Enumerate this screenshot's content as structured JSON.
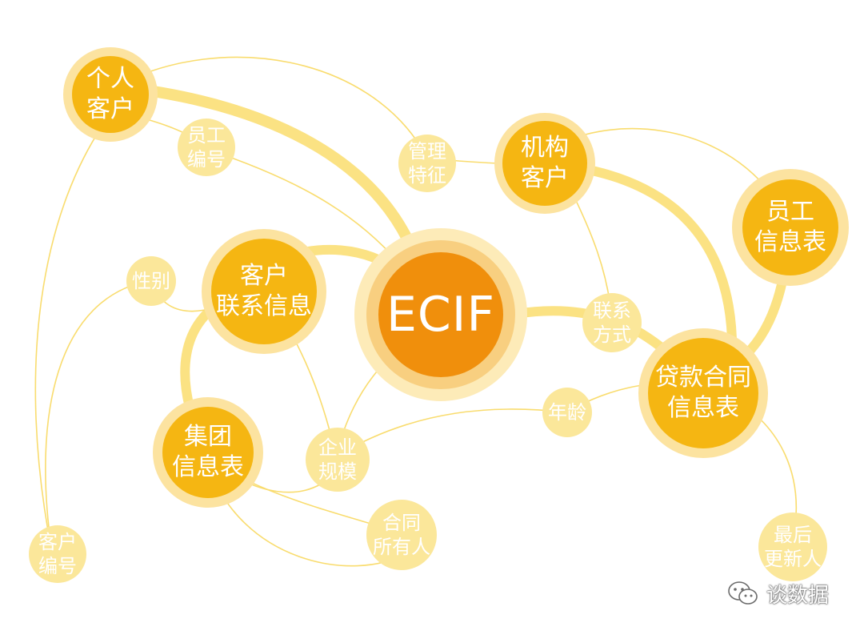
{
  "diagram": {
    "center": "ECIF",
    "nodes": {
      "individual_customer": [
        "个人",
        "客户"
      ],
      "institution_customer": [
        "机构",
        "客户"
      ],
      "employee_table": [
        "员工",
        "信息表"
      ],
      "customer_contact_info": [
        "客户",
        "联系信息"
      ],
      "loan_contract_table": [
        "贷款合同",
        "信息表"
      ],
      "group_info_table": [
        "集团",
        "信息表"
      ],
      "employee_id": [
        "员工",
        "编号"
      ],
      "management_features": [
        "管理",
        "特征"
      ],
      "gender": [
        "性别"
      ],
      "contact_method": [
        "联系",
        "方式"
      ],
      "age": [
        "年龄"
      ],
      "enterprise_scale": [
        "企业",
        "规模"
      ],
      "contract_owner": [
        "合同",
        "所有人"
      ],
      "last_updater": [
        "最后",
        "更新人"
      ],
      "customer_id": [
        "客户",
        "编号"
      ]
    }
  },
  "watermark": {
    "text": "谈数据"
  },
  "colors": {
    "major_node": "#f5b612",
    "minor_node": "#fbe79a",
    "center_node": "#f08f0c",
    "thick_link": "#fbe283",
    "thin_link": "#f9dc6e"
  }
}
